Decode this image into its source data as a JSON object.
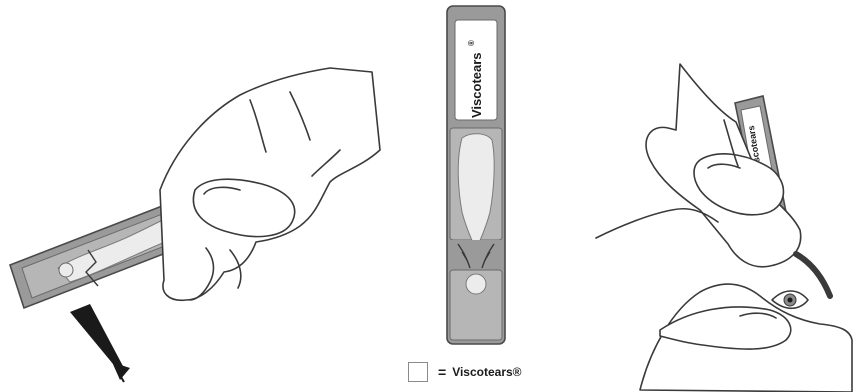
{
  "brand": {
    "name": "Viscotears",
    "registered_mark": "®"
  },
  "legend": {
    "equals": "=",
    "label": "Viscotears®"
  },
  "colors": {
    "strip_body": "#9a9a9a",
    "strip_edge": "#4a4a4a",
    "strip_inner": "#bdbdbd",
    "gel_fill": "#ececec",
    "label_panel": "#ffffff",
    "skin_line": "#3a3a3a",
    "arrow": "#1a1a1a"
  },
  "figure": {
    "panels": [
      {
        "name": "step-1-break-tip",
        "icon": "hand-holding-strip-with-arrow"
      },
      {
        "name": "step-2-strip-diagram",
        "icon": "single-dose-strip"
      },
      {
        "name": "step-3-apply-to-eye",
        "icon": "hand-applying-drop-to-eye"
      }
    ]
  }
}
